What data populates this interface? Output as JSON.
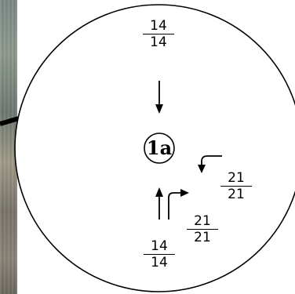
{
  "node": {
    "label": "1a"
  },
  "approaches": {
    "north": {
      "numerator": "14",
      "denominator": "14"
    },
    "south": {
      "numerator": "14",
      "denominator": "14"
    },
    "east": {
      "numerator": "21",
      "denominator": "21"
    },
    "southeast": {
      "numerator": "21",
      "denominator": "21"
    }
  },
  "movements": {
    "north_approach": [
      "through"
    ],
    "south_approach": [
      "through",
      "right-turn"
    ],
    "east_approach": [
      "left-turn"
    ]
  }
}
